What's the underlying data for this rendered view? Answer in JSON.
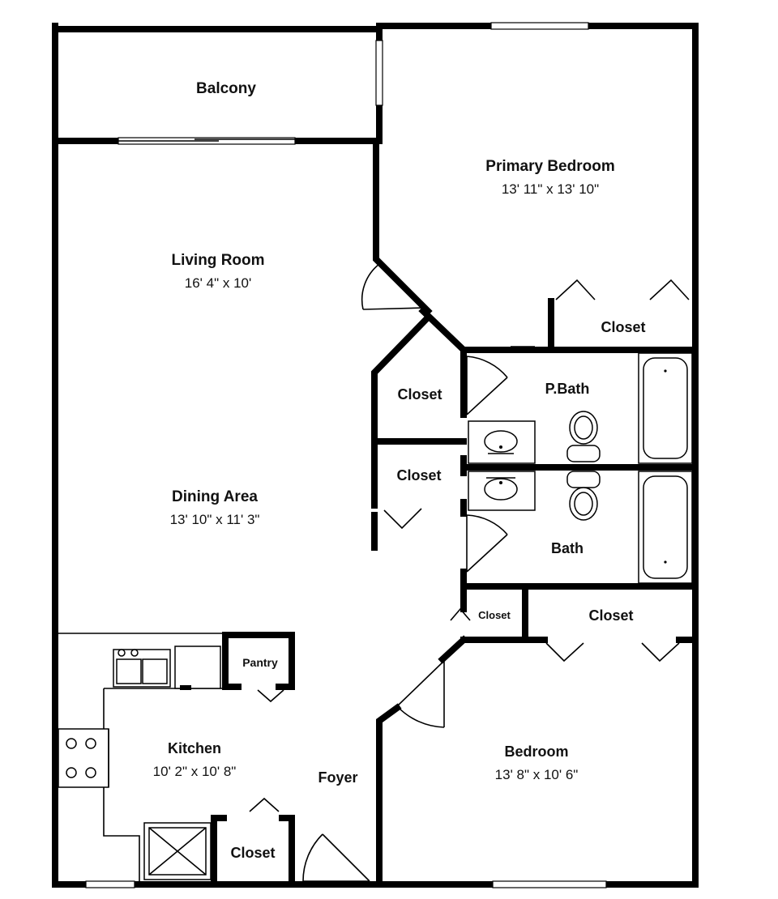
{
  "rooms": {
    "balcony": {
      "name": "Balcony"
    },
    "primary_bedroom": {
      "name": "Primary Bedroom",
      "size": "13' 11\" x 13' 10\""
    },
    "living_room": {
      "name": "Living Room",
      "size": "16' 4\" x 10'"
    },
    "dining_area": {
      "name": "Dining Area",
      "size": "13' 10\" x 11' 3\""
    },
    "kitchen": {
      "name": "Kitchen",
      "size": "10' 2\" x 10' 8\""
    },
    "bedroom": {
      "name": "Bedroom",
      "size": "13' 8\" x 10' 6\""
    },
    "p_bath": {
      "name": "P.Bath"
    },
    "bath": {
      "name": "Bath"
    },
    "foyer": {
      "name": "Foyer"
    },
    "pantry": {
      "name": "Pantry"
    },
    "closet_primary": {
      "name": "Closet"
    },
    "closet_hall_upper": {
      "name": "Closet"
    },
    "closet_hall_lower": {
      "name": "Closet"
    },
    "closet_small": {
      "name": "Closet"
    },
    "closet_bedroom": {
      "name": "Closet"
    },
    "closet_foyer": {
      "name": "Closet"
    }
  }
}
